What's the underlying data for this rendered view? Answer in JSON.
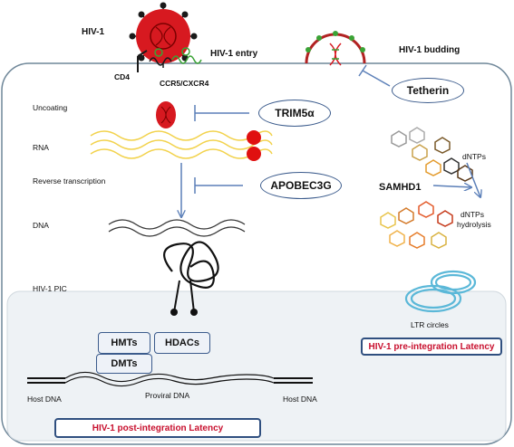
{
  "labels": {
    "hiv1": "HIV-1",
    "hiv1_entry": "HIV-1 entry",
    "hiv1_budding": "HIV-1 budding",
    "cd4": "CD4",
    "ccr5": "CCR5/CXCR4",
    "tetherin": "Tetherin",
    "uncoating": "Uncoating",
    "trim5a": "TRIM5α",
    "rna": "RNA",
    "reverse_transcription": "Reverse transcription",
    "apobec3g": "APOBEC3G",
    "dna": "DNA",
    "dntps": "dNTPs",
    "samhd1": "SAMHD1",
    "dntps_hydrolysis_1": "dNTPs",
    "dntps_hydrolysis_2": "hydrolysis",
    "hiv1_pic": "HIV-1 PIC",
    "ltr_circles": "LTR circles",
    "hmts": "HMTs",
    "hdacs": "HDACs",
    "dmts": "DMTs",
    "host_dna_left": "Host DNA",
    "proviral_dna": "Proviral DNA",
    "host_dna_right": "Host DNA",
    "pre_integration_latency": "HIV-1 pre-integration Latency",
    "post_integration_latency": "HIV-1 post-integration Latency"
  },
  "colors": {
    "virion": "#d71920",
    "spike": "#1a1a1a",
    "receptor_green": "#3aa335",
    "rna_yellow": "#f2d24b",
    "nucleus_bg": "#eef2f5",
    "ltr_blue": "#5bb8d8",
    "latency_red": "#c8102e",
    "box_border": "#3b5b8c"
  }
}
